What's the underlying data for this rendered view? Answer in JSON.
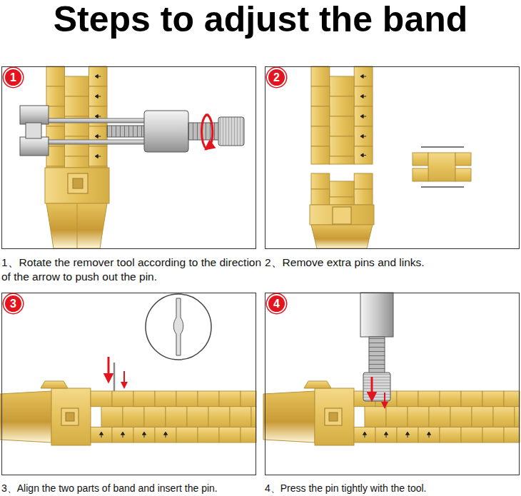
{
  "diagram": {
    "title": "Steps to adjust the band",
    "nodes": [
      {
        "text": [
          "1、Rotate the remover tool according to the direction of the arrow to push out the pin."
        ]
      },
      {
        "text": [
          "1"
        ],
        "in": 0
      },
      {
        "text": [
          "2、Remove extra pins and links."
        ]
      },
      {
        "text": [
          "2"
        ],
        "in": 2
      },
      {
        "text": [
          "3、Align the two parts of band and insert the pin."
        ]
      },
      {
        "text": [
          "3"
        ],
        "in": 4
      },
      {
        "text": [
          "4、Press the pin tightly with the tool."
        ]
      },
      {
        "text": [
          "4"
        ],
        "in": 6
      }
    ]
  }
}
